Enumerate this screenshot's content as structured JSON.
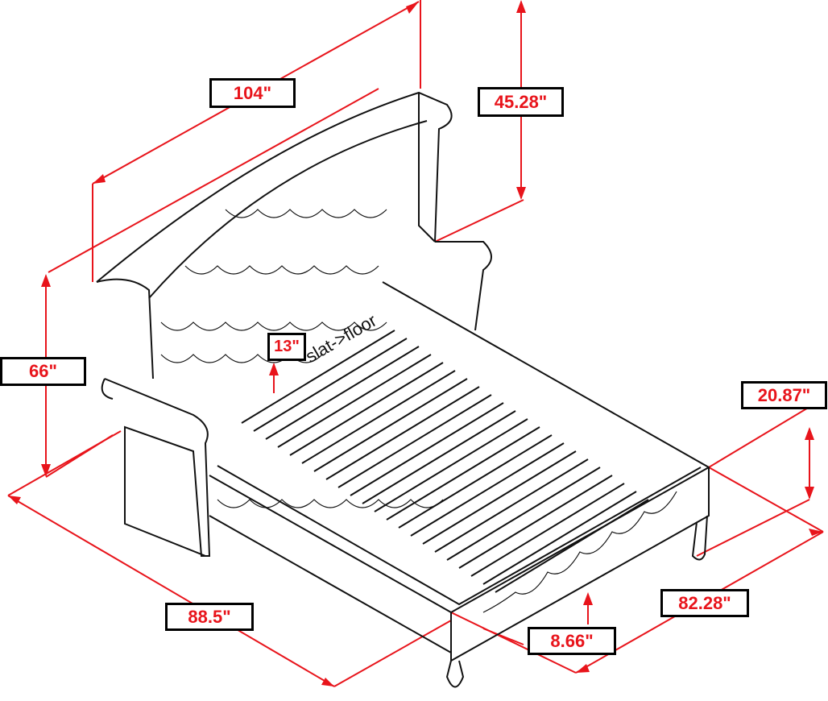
{
  "dimensions": {
    "overall_width": "104\"",
    "headboard_height_above": "45.28\"",
    "total_height": "66\"",
    "slat_to_floor": "13\"",
    "slat_to_floor_note": "slat->floor",
    "side_rail_height": "20.87\"",
    "overall_length": "82.28\"",
    "width": "88.5\"",
    "clearance": "8.66\""
  },
  "colors": {
    "dimension": "#e8141b",
    "line": "#111111"
  }
}
